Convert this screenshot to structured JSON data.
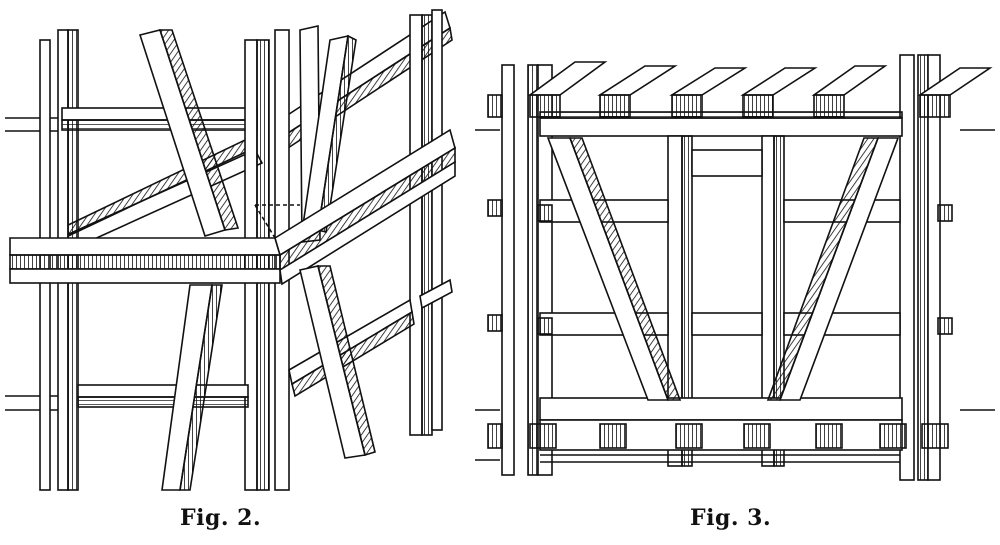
{
  "figures": [
    {
      "id": "fig2",
      "caption": "Fig. 2."
    },
    {
      "id": "fig3",
      "caption": "Fig. 3."
    }
  ],
  "style": {
    "ink": "#111111",
    "paper": "#ffffff"
  }
}
